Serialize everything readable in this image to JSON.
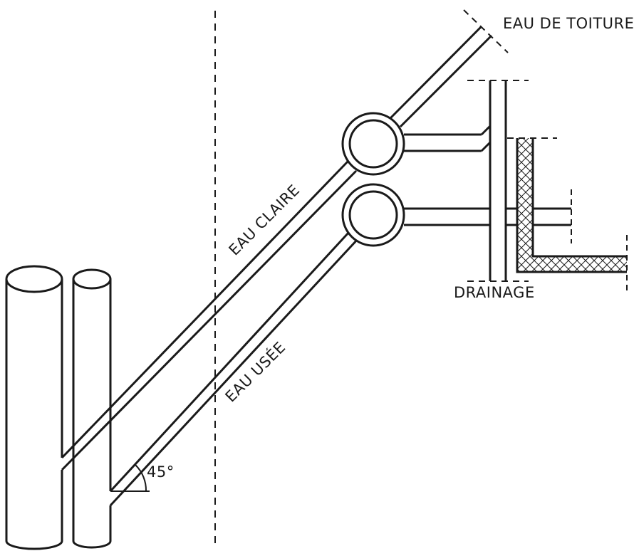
{
  "labels": {
    "roof_water": "EAU DE TOITURE",
    "clear_water": "EAU CLAIRE",
    "waste_water": "EAU USÉE",
    "drainage": "DRAINAGE",
    "angle": "45°"
  },
  "colors": {
    "line": "#1a1a1a",
    "background": "#ffffff"
  }
}
